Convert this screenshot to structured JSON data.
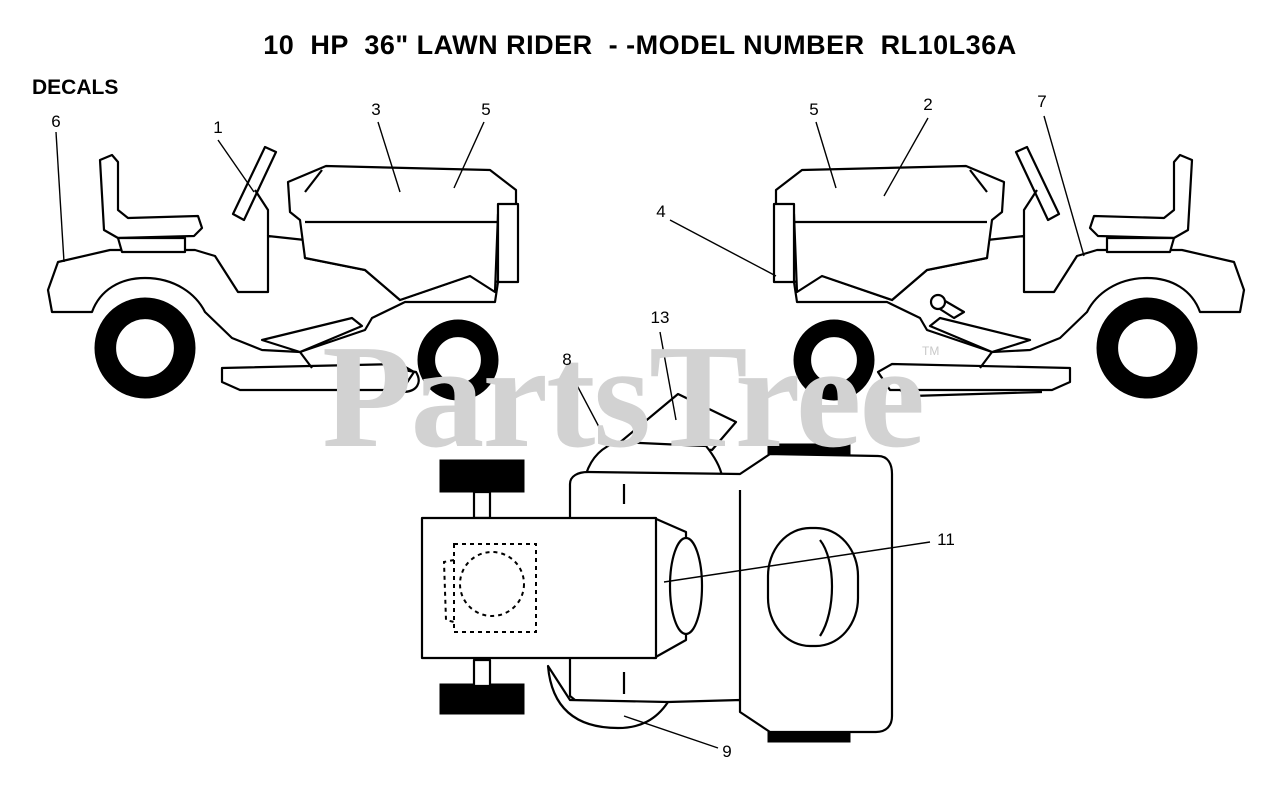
{
  "title": "10  HP  36\" LAWN RIDER  - -MODEL NUMBER  RL10L36A",
  "section_label": "DECALS",
  "watermark": "PartsTree",
  "trademark": "TM",
  "callouts": {
    "c1": "1",
    "c2": "2",
    "c3": "3",
    "c4": "4",
    "c5a": "5",
    "c5b": "5",
    "c6": "6",
    "c7": "7",
    "c8": "8",
    "c9": "9",
    "c11": "11",
    "c13": "13"
  }
}
